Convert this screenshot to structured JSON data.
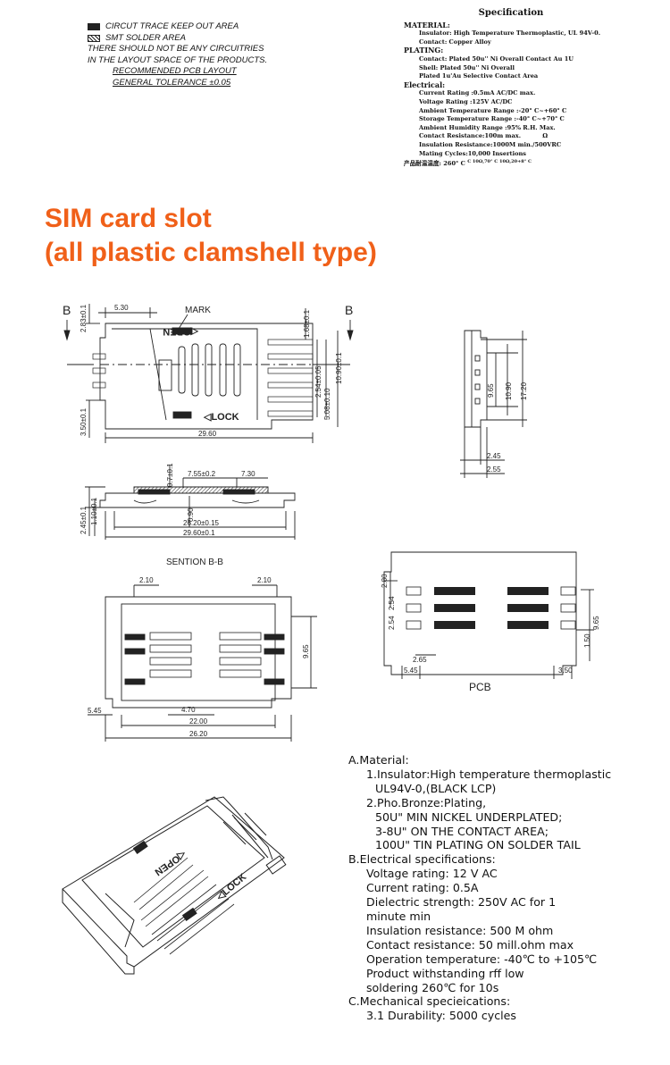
{
  "legend": {
    "keep_out": "CIRCUT TRACE KEEP OUT AREA",
    "solder": "SMT SOLDER AREA",
    "note_line1": "THERE SHOULD NOT BE ANY CIRCUITRIES",
    "note_line2": "IN THE LAYOUT SPACE OF THE PRODUCTS.",
    "layout": "RECOMMENDED PCB LAYOUT",
    "tolerance": "GENERAL TOLERANCE ±0.05"
  },
  "spec": {
    "title": "Specification",
    "material_header": "MATERIAL:",
    "insulator": "Insulator: High Temperature Thermoplastic, UL 94V-0.",
    "contact": "Contact: Copper Alloy",
    "plating_header": "PLATING:",
    "plating_contact": "Contact: Plated 50u'' Ni Overall Contact Au 1U",
    "shell": "Shell: Plated 50u'' Ni Overall",
    "plated_au": "Plated 1u'Au Selective Contact Area",
    "electrical_header": "Electrical:",
    "current": "Current Rating :0.5mA AC/DC max.",
    "voltage": "Voltage Rating :125V AC/DC",
    "ambient_temp": "Ambient Temperature Range :-20° C~+60° C",
    "storage_temp": "Storage Temperature Range :-40° C~+70° C",
    "humidity": "Ambient Humidity Range :95% R.H. Max.",
    "contact_res": "Contact Resistance:100m max.",
    "ohm": "Ω",
    "insulation": "Insulation Resistance:1000M min./500VRC",
    "mating": "Mating Cycles:10,000 Insertions",
    "solder_temp": "产品耐温温度: 260° C",
    "solder_temp_sub": "C 10Ω,70° C 10Ω,20+8° C"
  },
  "headline": {
    "line1": "SIM card slot",
    "line2": "(all plastic clamshell type)"
  },
  "drawing": {
    "top": {
      "b_left": "B",
      "b_right": "B",
      "mark": "MARK",
      "open": "◁OPEN",
      "lock": "◁LOCK",
      "d_530": "5.30",
      "d_283": "2.83±0.1",
      "d_350": "3.50±0.1",
      "d_2960": "29.60",
      "d_168": "1.68±0.1",
      "d_254": "2.54±0.05",
      "d_508": "5.08±0.10",
      "d_1090": "10.90±0.1"
    },
    "side": {
      "d_965": "9.65",
      "d_1090": "10.90",
      "d_1720": "17.20",
      "d_245": "2.45",
      "d_255": "2.55"
    },
    "section": {
      "d_07": "0.7±0.1",
      "d_755": "7.55±0.2",
      "d_730": "7.30",
      "d_245": "2.45±0.1",
      "d_110": "1.10±0.1",
      "d_090": "0.90",
      "d_2620": "26.20±0.15",
      "d_2960": "29.60±0.1",
      "label": "SENTION B-B"
    },
    "bottom": {
      "d_210a": "2.10",
      "d_210b": "2.10",
      "d_965": "9.65",
      "d_470": "4.70",
      "d_545": "5.45",
      "d_2200": "22.00",
      "d_2620": "26.20"
    },
    "pcb": {
      "d_280": "2.80",
      "d_254a": "2.54",
      "d_254b": "2.54",
      "d_965": "9.65",
      "d_150": "1.50",
      "d_265": "2.65",
      "d_545": "5.45",
      "d_350": "3.50",
      "label": "PCB"
    },
    "iso": {
      "open": "◁OPEN",
      "lock": "◁LOCK"
    }
  },
  "notes": {
    "a_title": "A.Material:",
    "a1": "1.Insulator:High temperature thermoplastic",
    "a1b": "UL94V-0,(BLACK LCP)",
    "a2": "2.Pho.Bronze:Plating,",
    "a2a": "50U\" MIN NICKEL UNDERPLATED;",
    "a2b": "3-8U\" ON THE CONTACT AREA;",
    "a2c": "100U\" TIN PLATING ON SOLDER TAIL",
    "b_title": "B.Electrical specifications:",
    "b1": "Voltage rating: 12 V AC",
    "b2": "Current rating: 0.5A",
    "b3": "Dielectric strength: 250V AC for 1",
    "b3b": "minute min",
    "b4": "Insulation resistance: 500 M ohm",
    "b5": "Contact resistance: 50 mill.ohm max",
    "b6": "Operation temperature: -40℃ to +105℃",
    "b7": "Product withstanding rff low",
    "b7b": "soldering 260℃ for 10s",
    "c_title": "C.Mechanical specieications:",
    "c1": "3.1 Durability: 5000 cycles"
  }
}
